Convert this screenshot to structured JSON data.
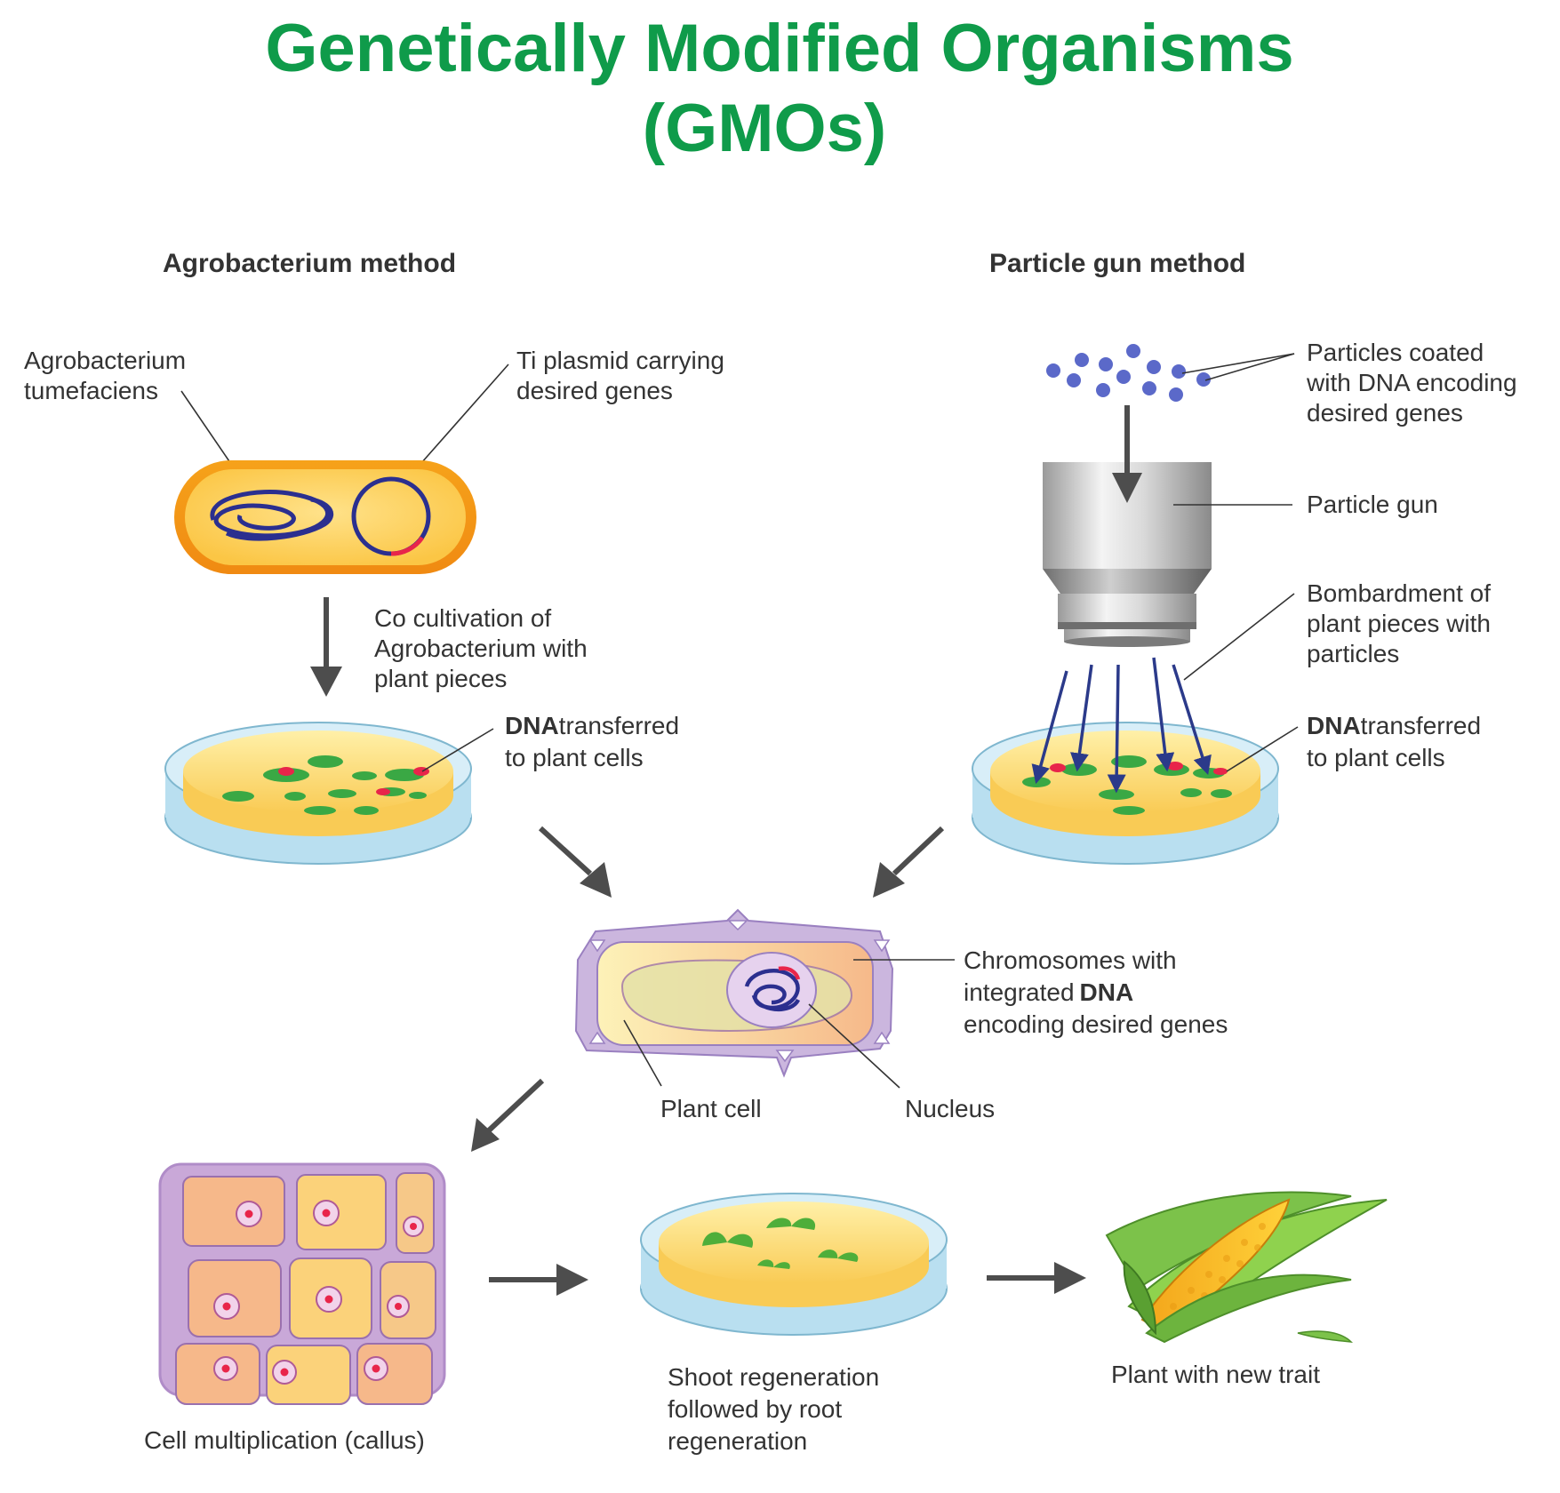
{
  "title": {
    "line1": "Genetically Modified Organisms",
    "line2": "(GMOs)"
  },
  "agrobacterium": {
    "heading": "Agrobacterium method",
    "bacterium_label": [
      "Agrobacterium",
      "tumefaciens"
    ],
    "plasmid_label": [
      "Ti plasmid carrying",
      "desired genes"
    ],
    "cocultivation_label": [
      "Co cultivation of",
      "Agrobacterium with",
      "plant pieces"
    ],
    "dna_label": {
      "bold": "DNA",
      "rest": " transferred",
      "line2": "to plant cells"
    }
  },
  "particle_gun": {
    "heading": "Particle gun method",
    "particles_label": [
      "Particles coated",
      "with DNA encoding",
      "desired genes"
    ],
    "gun_label": "Particle gun",
    "bombardment_label": [
      "Bombardment of",
      "plant pieces with",
      "particles"
    ],
    "dna_label": {
      "bold": "DNA",
      "rest": " transferred",
      "line2": "to plant cells"
    }
  },
  "plant_cell": {
    "chromosome_label": {
      "line1": "Chromosomes with",
      "line2_pre": "integrated ",
      "line2_bold": "DNA",
      "line3": "encoding desired genes"
    },
    "cell_label": "Plant cell",
    "nucleus_label": "Nucleus"
  },
  "stages": {
    "callus_label": "Cell multiplication (callus)",
    "shoot_label": [
      "Shoot regeneration",
      "followed by root",
      "regeneration"
    ],
    "plant_label": "Plant with new trait"
  },
  "icons": [
    "bacterium-icon",
    "petri-dish-icon",
    "particle-gun-icon",
    "plant-cell-icon",
    "callus-icon",
    "corn-icon"
  ]
}
